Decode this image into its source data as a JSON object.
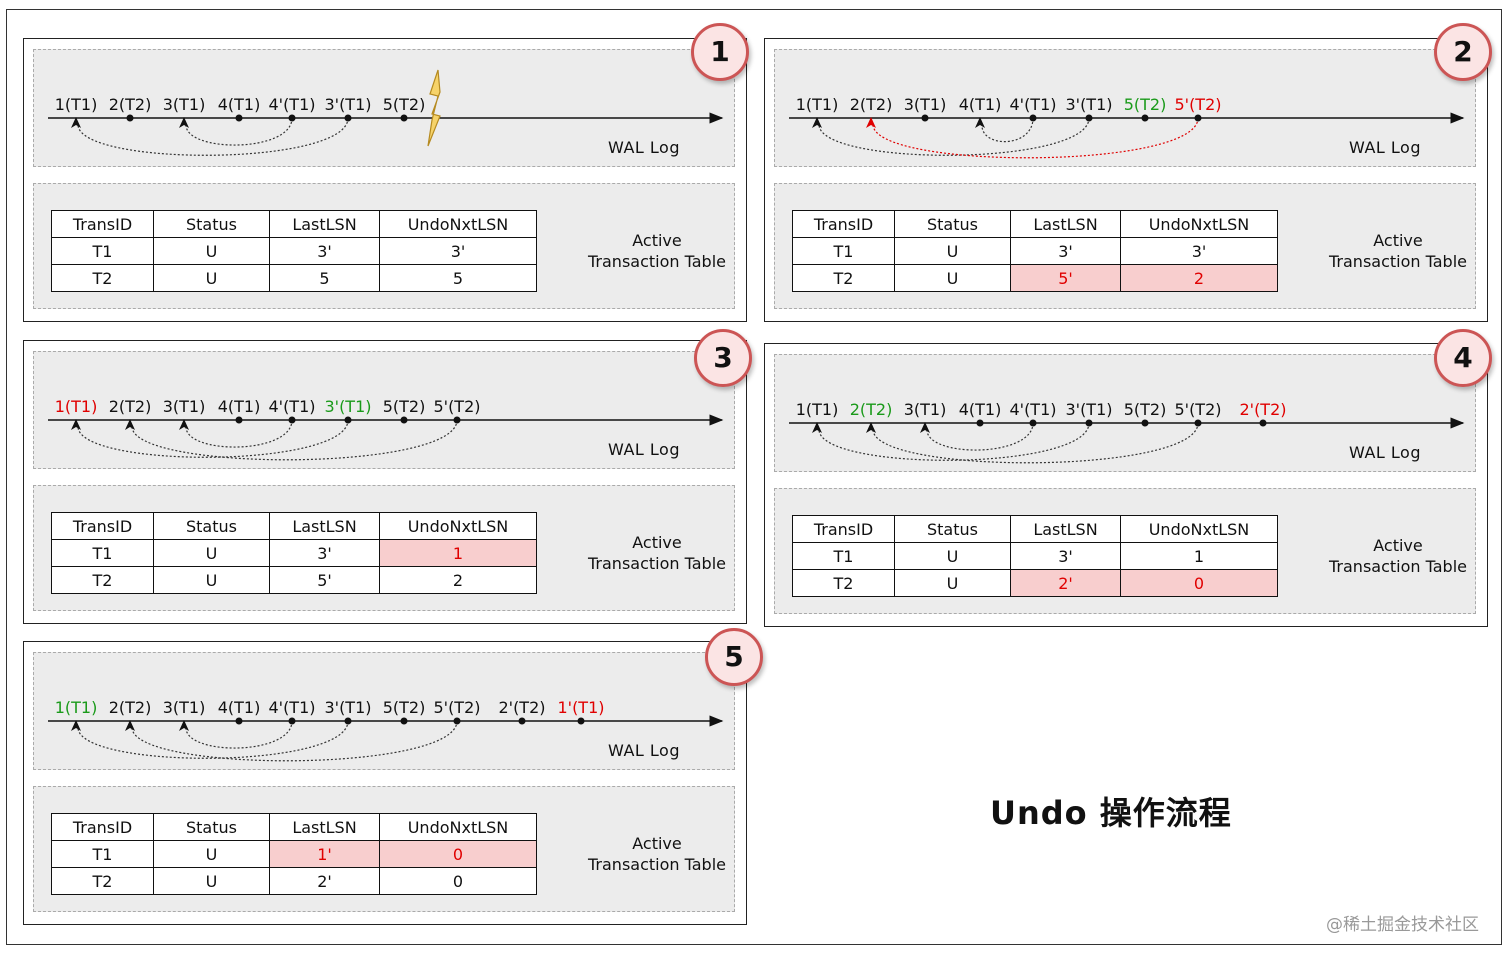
{
  "title": "Undo 操作流程",
  "watermark": "@稀土掘金技术社区",
  "colors": {
    "red": "#e00000",
    "green": "#1a9a1a",
    "highlight": "#f8cece",
    "panel_bg": "#ececec"
  },
  "wal_label": "WAL Log",
  "att_label_line1": "Active",
  "att_label_line2": "Transaction Table",
  "table_headers": [
    "TransID",
    "Status",
    "LastLSN",
    "UndoNxtLSN"
  ],
  "panels": [
    {
      "number": "1",
      "crash_marker": true,
      "log": [
        {
          "label": "1(T1)",
          "color": "black",
          "point": "arrow"
        },
        {
          "label": "2(T2)",
          "color": "black",
          "point": "dot"
        },
        {
          "label": "3(T1)",
          "color": "black",
          "point": "arrow"
        },
        {
          "label": "4(T1)",
          "color": "black",
          "point": "dot"
        },
        {
          "label": "4'(T1)",
          "color": "black",
          "point": "dot"
        },
        {
          "label": "3'(T1)",
          "color": "black",
          "point": "dot"
        },
        {
          "label": "5(T2)",
          "color": "black",
          "point": "dot"
        }
      ],
      "links": [
        {
          "from": 5,
          "to": 0,
          "style": "dotted",
          "color": "black"
        },
        {
          "from": 4,
          "to": 2,
          "style": "dotted",
          "color": "black"
        }
      ],
      "rows": [
        [
          {
            "v": "T1"
          },
          {
            "v": "U"
          },
          {
            "v": "3'"
          },
          {
            "v": "3'"
          }
        ],
        [
          {
            "v": "T2"
          },
          {
            "v": "U"
          },
          {
            "v": "5"
          },
          {
            "v": "5"
          }
        ]
      ]
    },
    {
      "number": "2",
      "crash_marker": false,
      "log": [
        {
          "label": "1(T1)",
          "color": "black",
          "point": "arrow"
        },
        {
          "label": "2(T2)",
          "color": "black",
          "point": "arrow-red"
        },
        {
          "label": "3(T1)",
          "color": "black",
          "point": "dot"
        },
        {
          "label": "4(T1)",
          "color": "black",
          "point": "arrow"
        },
        {
          "label": "4'(T1)",
          "color": "black",
          "point": "dot"
        },
        {
          "label": "3'(T1)",
          "color": "black",
          "point": "dot"
        },
        {
          "label": "5(T2)",
          "color": "green",
          "point": "dot"
        },
        {
          "label": "5'(T2)",
          "color": "red",
          "point": "dot"
        }
      ],
      "links": [
        {
          "from": 5,
          "to": 0,
          "style": "dotted",
          "color": "black"
        },
        {
          "from": 4,
          "to": 3,
          "style": "dotted",
          "color": "black"
        },
        {
          "from": 7,
          "to": 1,
          "style": "dotted",
          "color": "red"
        }
      ],
      "rows": [
        [
          {
            "v": "T1"
          },
          {
            "v": "U"
          },
          {
            "v": "3'"
          },
          {
            "v": "3'"
          }
        ],
        [
          {
            "v": "T2"
          },
          {
            "v": "U"
          },
          {
            "v": "5'",
            "hl": true
          },
          {
            "v": "2",
            "hl": true
          }
        ]
      ]
    },
    {
      "number": "3",
      "crash_marker": false,
      "log": [
        {
          "label": "1(T1)",
          "color": "red",
          "point": "arrow"
        },
        {
          "label": "2(T2)",
          "color": "black",
          "point": "arrow"
        },
        {
          "label": "3(T1)",
          "color": "black",
          "point": "arrow"
        },
        {
          "label": "4(T1)",
          "color": "black",
          "point": "dot"
        },
        {
          "label": "4'(T1)",
          "color": "black",
          "point": "dot"
        },
        {
          "label": "3'(T1)",
          "color": "green",
          "point": "dot"
        },
        {
          "label": "5(T2)",
          "color": "black",
          "point": "dot"
        },
        {
          "label": "5'(T2)",
          "color": "black",
          "point": "dot"
        }
      ],
      "links": [
        {
          "from": 5,
          "to": 0,
          "style": "dotted",
          "color": "black"
        },
        {
          "from": 4,
          "to": 2,
          "style": "dotted",
          "color": "black"
        },
        {
          "from": 7,
          "to": 1,
          "style": "dotted",
          "color": "black"
        }
      ],
      "rows": [
        [
          {
            "v": "T1"
          },
          {
            "v": "U"
          },
          {
            "v": "3'"
          },
          {
            "v": "1",
            "hl": true
          }
        ],
        [
          {
            "v": "T2"
          },
          {
            "v": "U"
          },
          {
            "v": "5'"
          },
          {
            "v": "2"
          }
        ]
      ]
    },
    {
      "number": "4",
      "crash_marker": false,
      "log": [
        {
          "label": "1(T1)",
          "color": "black",
          "point": "arrow"
        },
        {
          "label": "2(T2)",
          "color": "green",
          "point": "arrow"
        },
        {
          "label": "3(T1)",
          "color": "black",
          "point": "arrow"
        },
        {
          "label": "4(T1)",
          "color": "black",
          "point": "dot"
        },
        {
          "label": "4'(T1)",
          "color": "black",
          "point": "dot"
        },
        {
          "label": "3'(T1)",
          "color": "black",
          "point": "dot"
        },
        {
          "label": "5(T2)",
          "color": "black",
          "point": "dot"
        },
        {
          "label": "5'(T2)",
          "color": "black",
          "point": "dot"
        },
        {
          "label": "2'(T2)",
          "color": "red",
          "point": "dot"
        }
      ],
      "links": [
        {
          "from": 5,
          "to": 0,
          "style": "dotted",
          "color": "black"
        },
        {
          "from": 4,
          "to": 2,
          "style": "dotted",
          "color": "black"
        },
        {
          "from": 7,
          "to": 1,
          "style": "dotted",
          "color": "black"
        }
      ],
      "rows": [
        [
          {
            "v": "T1"
          },
          {
            "v": "U"
          },
          {
            "v": "3'"
          },
          {
            "v": "1"
          }
        ],
        [
          {
            "v": "T2"
          },
          {
            "v": "U"
          },
          {
            "v": "2'",
            "hl": true
          },
          {
            "v": "0",
            "hl": true
          }
        ]
      ]
    },
    {
      "number": "5",
      "crash_marker": false,
      "log": [
        {
          "label": "1(T1)",
          "color": "green",
          "point": "arrow"
        },
        {
          "label": "2(T2)",
          "color": "black",
          "point": "arrow"
        },
        {
          "label": "3(T1)",
          "color": "black",
          "point": "arrow"
        },
        {
          "label": "4(T1)",
          "color": "black",
          "point": "dot"
        },
        {
          "label": "4'(T1)",
          "color": "black",
          "point": "dot"
        },
        {
          "label": "3'(T1)",
          "color": "black",
          "point": "dot"
        },
        {
          "label": "5(T2)",
          "color": "black",
          "point": "dot"
        },
        {
          "label": "5'(T2)",
          "color": "black",
          "point": "dot"
        },
        {
          "label": "2'(T2)",
          "color": "black",
          "point": "dot"
        },
        {
          "label": "1'(T1)",
          "color": "red",
          "point": "dot"
        }
      ],
      "links": [
        {
          "from": 5,
          "to": 0,
          "style": "dotted",
          "color": "black"
        },
        {
          "from": 4,
          "to": 2,
          "style": "dotted",
          "color": "black"
        },
        {
          "from": 7,
          "to": 1,
          "style": "dotted",
          "color": "black"
        }
      ],
      "rows": [
        [
          {
            "v": "T1"
          },
          {
            "v": "U"
          },
          {
            "v": "1'",
            "hl": true
          },
          {
            "v": "0",
            "hl": true
          }
        ],
        [
          {
            "v": "T2"
          },
          {
            "v": "U"
          },
          {
            "v": "2'"
          },
          {
            "v": "0"
          }
        ]
      ]
    }
  ]
}
